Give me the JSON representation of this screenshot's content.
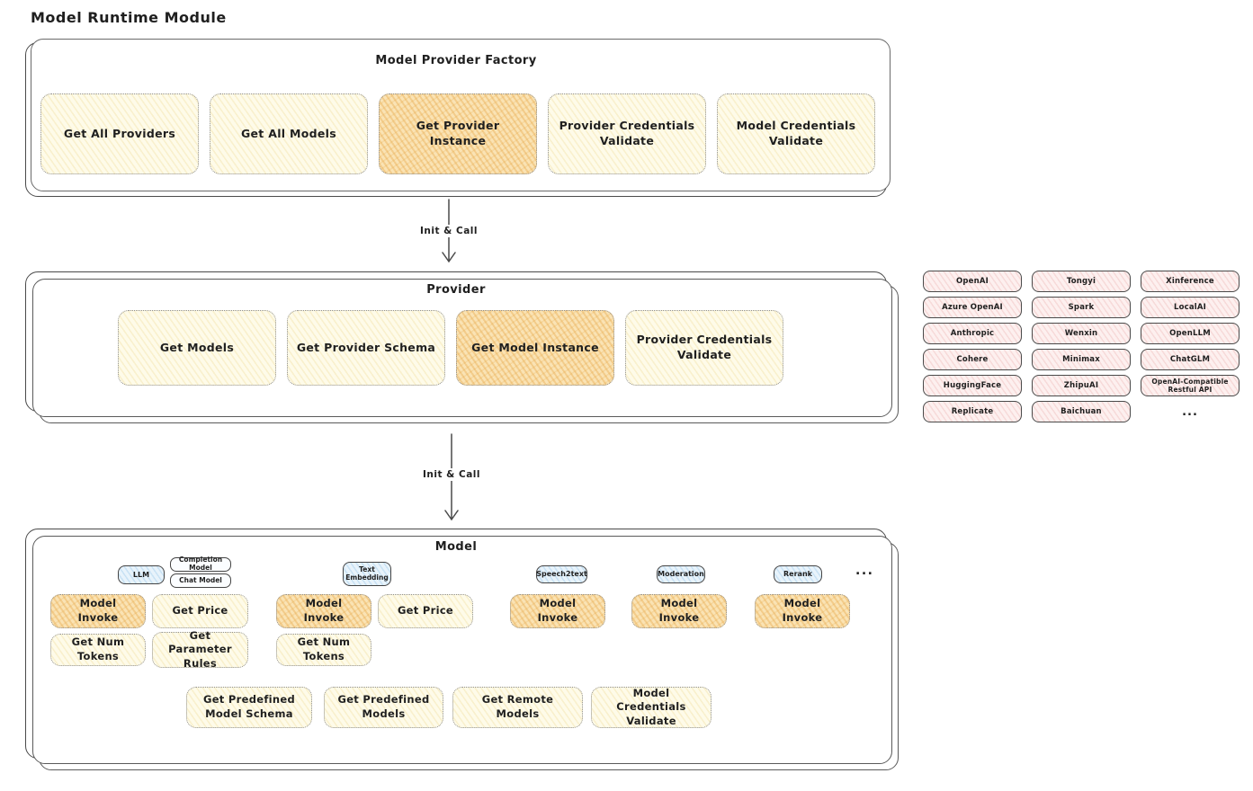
{
  "page": {
    "title": "Model Runtime Module"
  },
  "arrows": {
    "label1": "Init & Call",
    "label2": "Init & Call"
  },
  "factory": {
    "title": "Model Provider Factory",
    "buttons": [
      {
        "label": "Get All Providers",
        "highlight": false
      },
      {
        "label": "Get All Models",
        "highlight": false
      },
      {
        "label": "Get Provider Instance",
        "highlight": true
      },
      {
        "label": "Provider Credentials Validate",
        "highlight": false
      },
      {
        "label": "Model Credentials Validate",
        "highlight": false
      }
    ]
  },
  "provider": {
    "title": "Provider",
    "buttons": [
      {
        "label": "Get Models",
        "highlight": false
      },
      {
        "label": "Get Provider Schema",
        "highlight": false
      },
      {
        "label": "Get Model Instance",
        "highlight": true
      },
      {
        "label": "Provider Credentials Validate",
        "highlight": false
      }
    ]
  },
  "provider_list": {
    "items": [
      "OpenAI",
      "Tongyi",
      "Xinference",
      "Azure OpenAI",
      "Spark",
      "LocalAI",
      "Anthropic",
      "Wenxin",
      "OpenLLM",
      "Cohere",
      "Minimax",
      "ChatGLM",
      "HuggingFace",
      "ZhipuAI",
      "OpenAI-Compatible Restful API",
      "Replicate",
      "Baichuan",
      "..."
    ]
  },
  "model": {
    "title": "Model",
    "types": {
      "llm": "LLM",
      "completion": "Completion Model",
      "chat": "Chat Model",
      "text_embedding": "Text Embedding",
      "speech2text": "Speech2text",
      "moderation": "Moderation",
      "rerank": "Rerank",
      "more": "..."
    },
    "llm_buttons": {
      "invoke": "Model Invoke",
      "price": "Get Price",
      "tokens": "Get Num Tokens",
      "params": "Get Parameter Rules"
    },
    "embedding_buttons": {
      "invoke": "Model Invoke",
      "price": "Get Price",
      "tokens": "Get Num Tokens"
    },
    "speech2text_buttons": {
      "invoke": "Model Invoke"
    },
    "moderation_buttons": {
      "invoke": "Model Invoke"
    },
    "rerank_buttons": {
      "invoke": "Model Invoke"
    },
    "common_buttons": [
      "Get Predefined Model Schema",
      "Get Predefined Models",
      "Get Remote Models",
      "Model Credentials Validate"
    ]
  },
  "colors": {
    "node_yellow": "#fefbe9",
    "node_orange": "#fae3b4",
    "chip_pink": "#fdf0ef",
    "badge_blue": "#e8f3fb",
    "border_dark": "#4a4a4a"
  }
}
